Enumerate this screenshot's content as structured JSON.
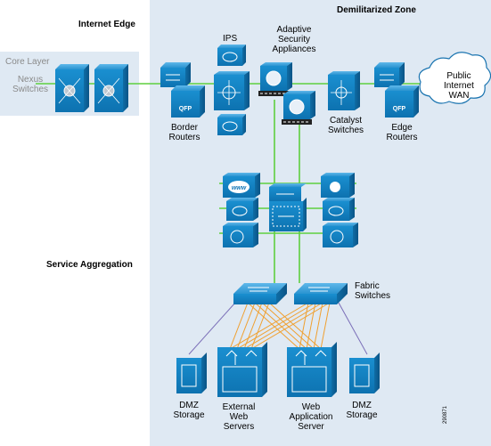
{
  "zones": {
    "demilitarized": "Demilitarized Zone",
    "internet_edge": "Internet Edge",
    "service_aggregation": "Service Aggregation",
    "core_layer": "Core Layer"
  },
  "labels": {
    "nexus_switches": [
      "Nexus",
      "Switches"
    ],
    "ips": "IPS",
    "asa": [
      "Adaptive",
      "Security",
      "Appliances"
    ],
    "public_wan": [
      "Public",
      "Internet",
      "WAN"
    ],
    "border_routers": [
      "Border",
      "Routers"
    ],
    "catalyst_switches": [
      "Catalyst",
      "Switches"
    ],
    "edge_routers": [
      "Edge",
      "Routers"
    ],
    "fabric_switches": [
      "Fabric",
      "Switches"
    ],
    "dmz_storage": [
      "DMZ",
      "Storage"
    ],
    "external_web_servers": [
      "External",
      "Web",
      "Servers"
    ],
    "web_app_server": [
      "Web",
      "Application",
      "Server"
    ],
    "qfp": "QFP",
    "www": "www",
    "figure_number": "290871"
  },
  "colors": {
    "zone_fill": "#dfe9f3",
    "device_blue": "#1587c8",
    "link_green": "#5fcf3f",
    "link_orange": "#f0a030",
    "link_purple": "#7b6fb8"
  }
}
